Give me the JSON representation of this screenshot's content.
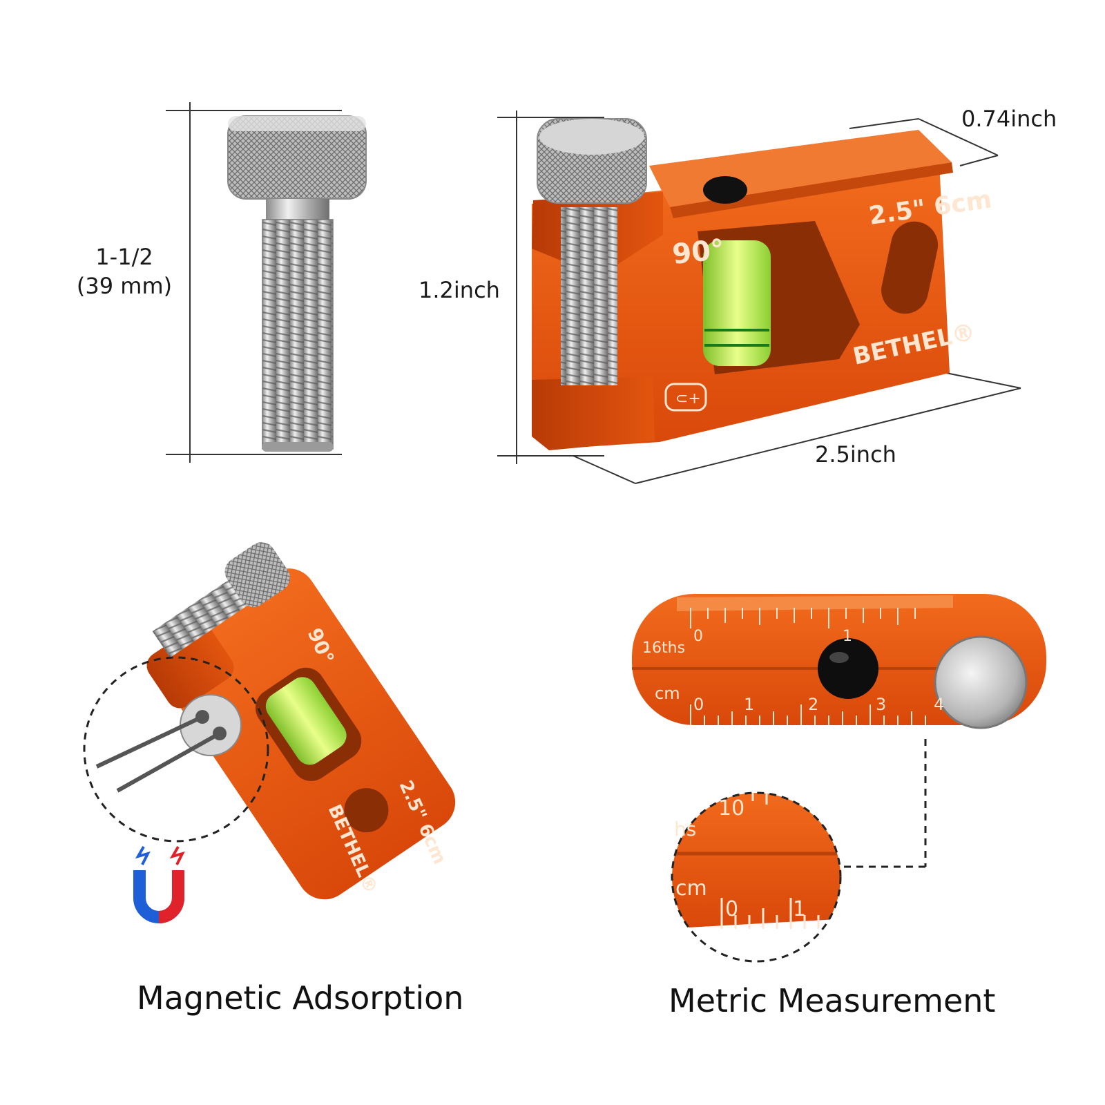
{
  "dimensions": {
    "bolt_length": "1-1/2",
    "bolt_length_mm": "(39 mm)",
    "height": "1.2inch",
    "width": "0.74inch",
    "length": "2.5inch"
  },
  "tool_marks": {
    "angle": "90°",
    "size": "2.5\" 6cm",
    "brand": "BETHEL",
    "registered": "®",
    "scale_16ths": "16ths",
    "scale_cm": "cm",
    "scale_numbers": [
      "0",
      "1",
      "2",
      "3",
      "4"
    ],
    "zoom_numbers": [
      "10",
      "0",
      "1"
    ],
    "zoom_ths": "hs"
  },
  "captions": {
    "left": "Magnetic Adsorption",
    "right": "Metric Measurement"
  },
  "colors": {
    "anodized_orange": "#e85a10",
    "steel": "#c9c9c9",
    "bubble_green": "#b8e64a",
    "magnet_red": "#e0232a",
    "magnet_blue": "#1e5fd8"
  }
}
